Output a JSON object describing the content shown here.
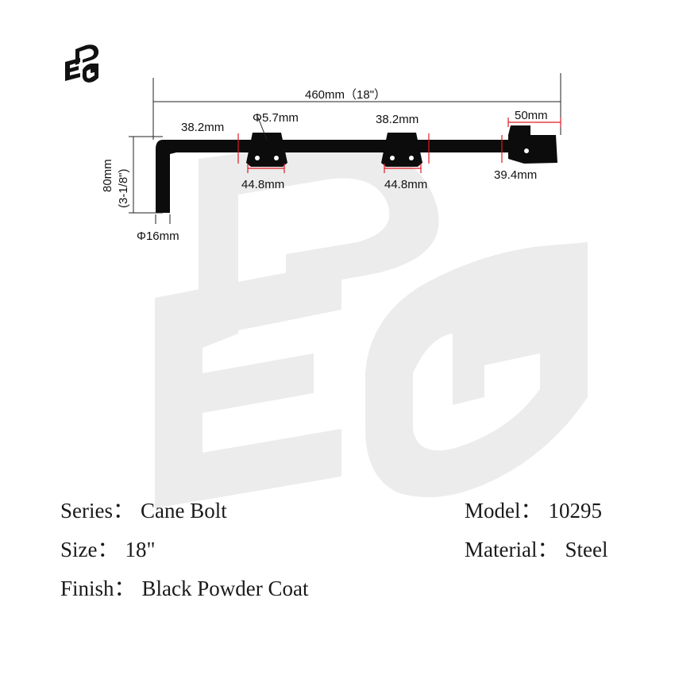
{
  "brand": {
    "logo_text": "PEG"
  },
  "dimensions": {
    "overall_length": "460mm（18\"）",
    "hole_diameter": "Φ5.7mm",
    "bracket1_height": "38.2mm",
    "bracket2_height": "38.2mm",
    "end_width": "50mm",
    "bracket1_width": "44.8mm",
    "bracket2_width": "44.8mm",
    "end_height": "39.4mm",
    "drop_height_mm": "80mm",
    "drop_height_in": "(3-1/8\")",
    "rod_diameter": "Φ16mm"
  },
  "specs": {
    "series_label": "Series：",
    "series_value": "Cane Bolt",
    "size_label": "Size：",
    "size_value": "18\"",
    "finish_label": "Finish：",
    "finish_value": "Black Powder Coat",
    "model_label": "Model：",
    "model_value": "10295",
    "material_label": "Material：",
    "material_value": "Steel"
  },
  "colors": {
    "watermark": "#ececec",
    "product": "#0c0c0c",
    "dimension_red": "#e01b24",
    "dimension_black": "#222222"
  }
}
